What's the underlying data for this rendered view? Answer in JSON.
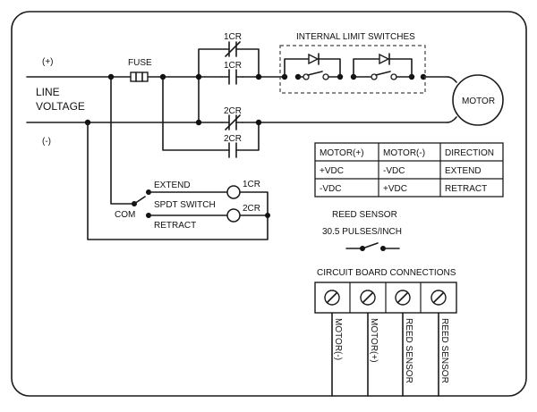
{
  "labels": {
    "plus": "(+)",
    "minus": "(-)",
    "line_voltage_1": "LINE",
    "line_voltage_2": "VOLTAGE",
    "fuse": "FUSE",
    "cr1_nc": "1CR",
    "cr1_no": "1CR",
    "cr2_nc": "2CR",
    "cr2_no": "2CR",
    "internal_limit": "INTERNAL LIMIT SWITCHES",
    "motor": "MOTOR",
    "extend": "EXTEND",
    "spdt": "SPDT SWITCH",
    "com": "COM",
    "retract": "RETRACT",
    "coil1": "1CR",
    "coil2": "2CR",
    "reed_title": "REED SENSOR",
    "reed_rate": "30.5 PULSES/INCH",
    "board_title": "CIRCUIT BOARD CONNECTIONS"
  },
  "table": {
    "headers": [
      "MOTOR(+)",
      "MOTOR(-)",
      "DIRECTION"
    ],
    "rows": [
      [
        "+VDC",
        "-VDC",
        "EXTEND"
      ],
      [
        "-VDC",
        "+VDC",
        "RETRACT"
      ]
    ]
  },
  "terminals": [
    "MOTOR(-)",
    "MOTOR(+)",
    "REED SENSOR",
    "REED SENSOR"
  ]
}
